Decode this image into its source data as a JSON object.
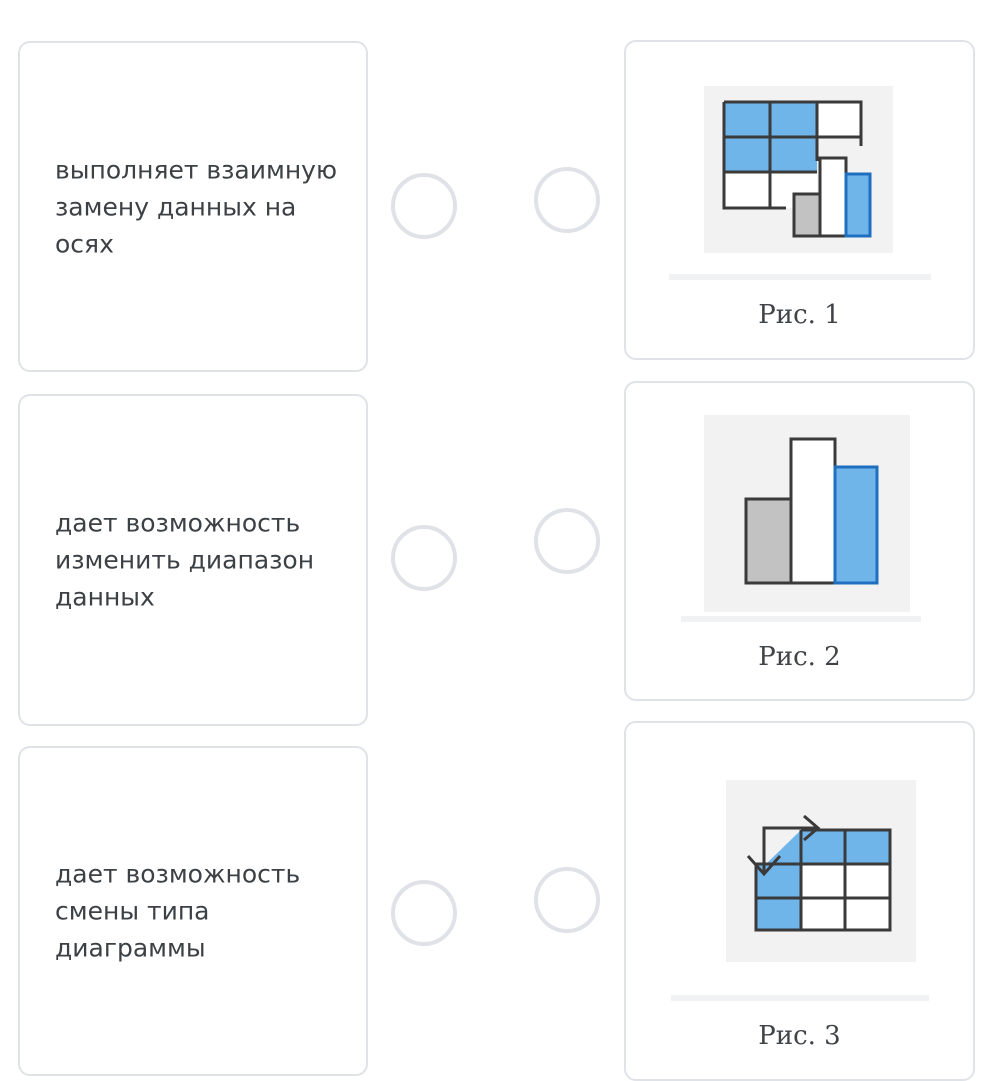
{
  "items": [
    {
      "text": "выполняет взаимную замену данных на осях"
    },
    {
      "text": "дает возможность изменить диапазон данных"
    },
    {
      "text": "дает возможность смены типа диаграммы"
    }
  ],
  "figures": [
    {
      "caption": "Рис. 1",
      "icon": "select-data-icon"
    },
    {
      "caption": "Рис. 2",
      "icon": "chart-type-icon"
    },
    {
      "caption": "Рис. 3",
      "icon": "switch-row-column-icon"
    }
  ],
  "colors": {
    "border": "#dfe2e6",
    "accent_blue": "#6fb4ea",
    "icon_gray": "#c0c0c0"
  }
}
